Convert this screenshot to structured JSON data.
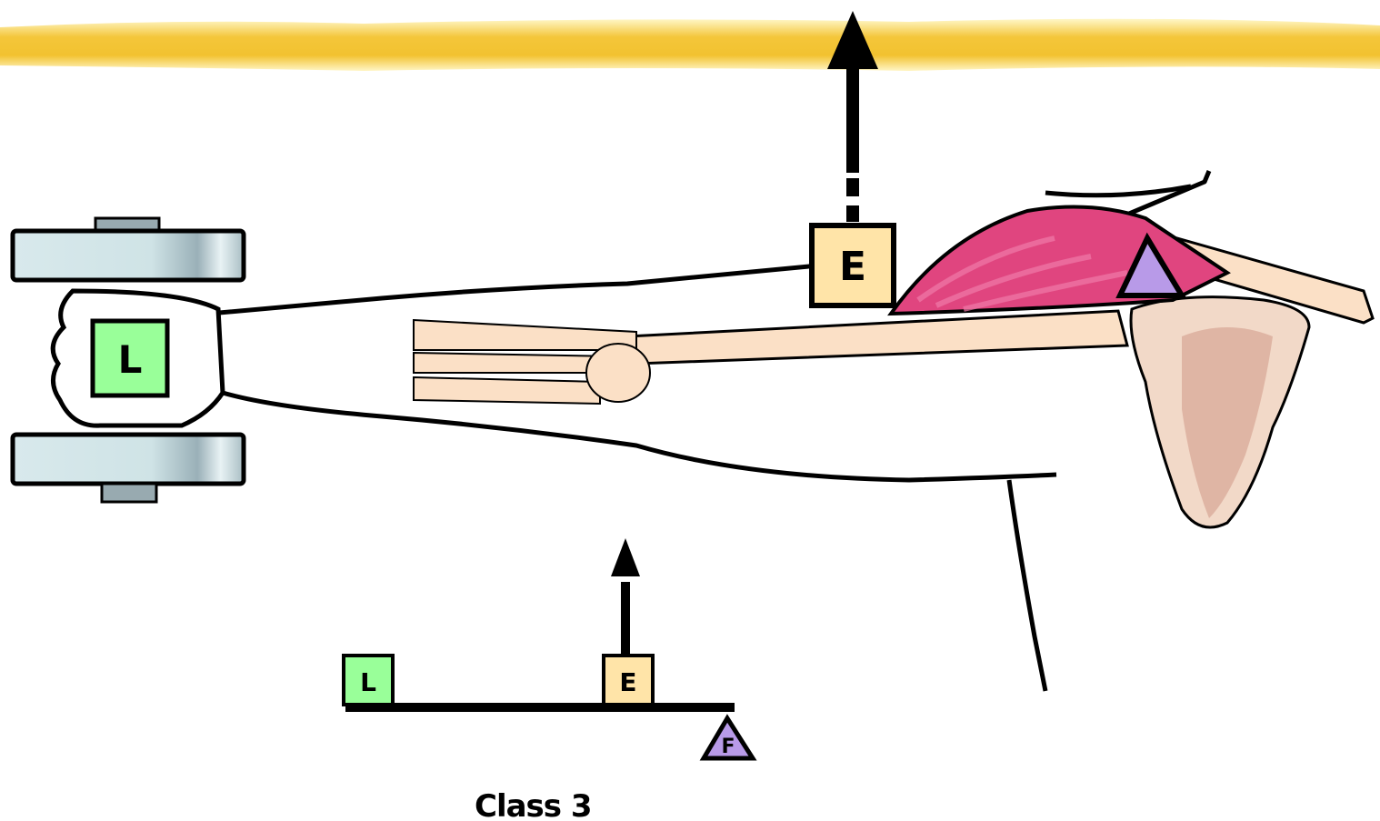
{
  "labels": {
    "load": "L",
    "effort": "E",
    "fulcrum": "F"
  },
  "caption": "Class 3",
  "icons": {
    "dumbbell": "dumbbell-icon",
    "fulcrum": "triangle-fulcrum-icon"
  },
  "colors": {
    "top_band": "#f2c230",
    "load_box": "#99ff99",
    "effort_box": "#ffe4a8",
    "fulcrum": "#b89ae8",
    "muscle": "#e0457f",
    "bone": "#fbe0c6",
    "scapula": "#ddb0a0",
    "weight_plate": "#cfe3e6"
  }
}
